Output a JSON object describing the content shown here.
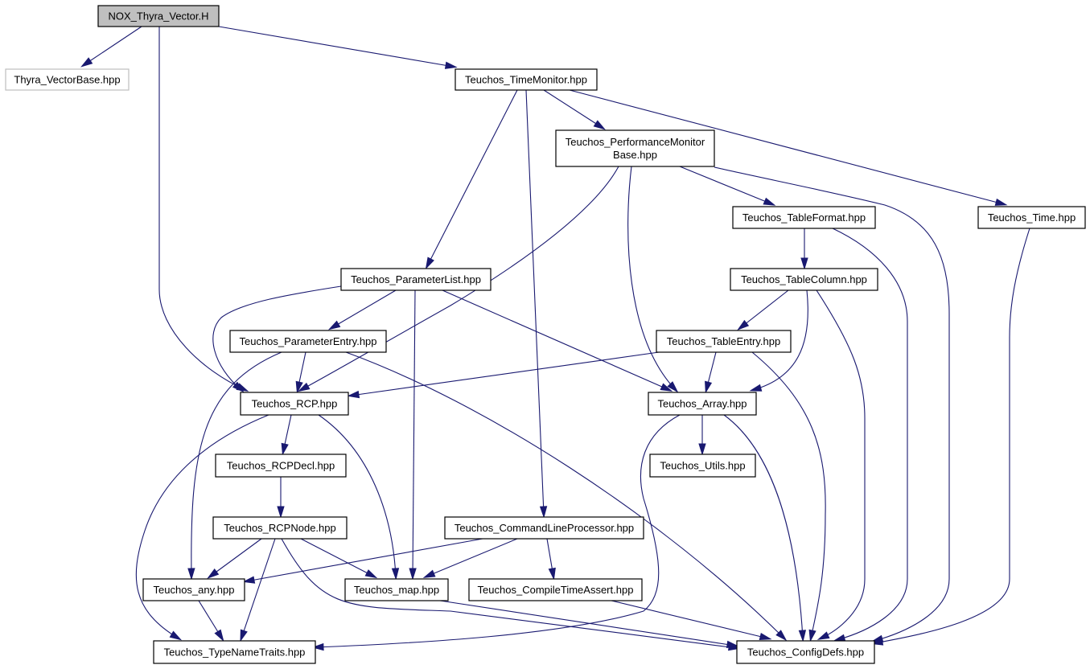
{
  "graph": {
    "nodes": [
      {
        "id": "nox_thyra_vector",
        "label": "NOX_Thyra_Vector.H",
        "style": "root"
      },
      {
        "id": "thyra_vectorbase",
        "label": "Thyra_VectorBase.hpp",
        "style": "external"
      },
      {
        "id": "teuchos_timemonitor",
        "label": "Teuchos_TimeMonitor.hpp"
      },
      {
        "id": "teuchos_performancemonitorbase",
        "label": "Teuchos_PerformanceMonitor\nBase.hpp"
      },
      {
        "id": "teuchos_tableformat",
        "label": "Teuchos_TableFormat.hpp"
      },
      {
        "id": "teuchos_time",
        "label": "Teuchos_Time.hpp"
      },
      {
        "id": "teuchos_parameterlist",
        "label": "Teuchos_ParameterList.hpp"
      },
      {
        "id": "teuchos_tablecolumn",
        "label": "Teuchos_TableColumn.hpp"
      },
      {
        "id": "teuchos_parameterentry",
        "label": "Teuchos_ParameterEntry.hpp"
      },
      {
        "id": "teuchos_tableentry",
        "label": "Teuchos_TableEntry.hpp"
      },
      {
        "id": "teuchos_rcp",
        "label": "Teuchos_RCP.hpp"
      },
      {
        "id": "teuchos_array",
        "label": "Teuchos_Array.hpp"
      },
      {
        "id": "teuchos_rcpdecl",
        "label": "Teuchos_RCPDecl.hpp"
      },
      {
        "id": "teuchos_utils",
        "label": "Teuchos_Utils.hpp"
      },
      {
        "id": "teuchos_rcpnode",
        "label": "Teuchos_RCPNode.hpp"
      },
      {
        "id": "teuchos_commandlineprocessor",
        "label": "Teuchos_CommandLineProcessor.hpp"
      },
      {
        "id": "teuchos_any",
        "label": "Teuchos_any.hpp"
      },
      {
        "id": "teuchos_map",
        "label": "Teuchos_map.hpp"
      },
      {
        "id": "teuchos_compiletimeassert",
        "label": "Teuchos_CompileTimeAssert.hpp"
      },
      {
        "id": "teuchos_typenametraits",
        "label": "Teuchos_TypeNameTraits.hpp"
      },
      {
        "id": "teuchos_configdefs",
        "label": "Teuchos_ConfigDefs.hpp"
      }
    ],
    "edges": [
      {
        "from": "nox_thyra_vector",
        "to": "thyra_vectorbase"
      },
      {
        "from": "nox_thyra_vector",
        "to": "teuchos_rcp"
      },
      {
        "from": "nox_thyra_vector",
        "to": "teuchos_timemonitor"
      },
      {
        "from": "teuchos_timemonitor",
        "to": "teuchos_parameterlist"
      },
      {
        "from": "teuchos_timemonitor",
        "to": "teuchos_commandlineprocessor"
      },
      {
        "from": "teuchos_timemonitor",
        "to": "teuchos_performancemonitorbase"
      },
      {
        "from": "teuchos_timemonitor",
        "to": "teuchos_time"
      },
      {
        "from": "teuchos_performancemonitorbase",
        "to": "teuchos_rcp"
      },
      {
        "from": "teuchos_performancemonitorbase",
        "to": "teuchos_array"
      },
      {
        "from": "teuchos_performancemonitorbase",
        "to": "teuchos_tableformat"
      },
      {
        "from": "teuchos_performancemonitorbase",
        "to": "teuchos_configdefs"
      },
      {
        "from": "teuchos_tableformat",
        "to": "teuchos_tablecolumn"
      },
      {
        "from": "teuchos_tableformat",
        "to": "teuchos_configdefs"
      },
      {
        "from": "teuchos_time",
        "to": "teuchos_configdefs"
      },
      {
        "from": "teuchos_parameterlist",
        "to": "teuchos_rcp"
      },
      {
        "from": "teuchos_parameterlist",
        "to": "teuchos_parameterentry"
      },
      {
        "from": "teuchos_parameterlist",
        "to": "teuchos_map"
      },
      {
        "from": "teuchos_parameterlist",
        "to": "teuchos_array"
      },
      {
        "from": "teuchos_tablecolumn",
        "to": "teuchos_tableentry"
      },
      {
        "from": "teuchos_tablecolumn",
        "to": "teuchos_array"
      },
      {
        "from": "teuchos_tablecolumn",
        "to": "teuchos_configdefs"
      },
      {
        "from": "teuchos_parameterentry",
        "to": "teuchos_rcp"
      },
      {
        "from": "teuchos_parameterentry",
        "to": "teuchos_any"
      },
      {
        "from": "teuchos_parameterentry",
        "to": "teuchos_configdefs"
      },
      {
        "from": "teuchos_tableentry",
        "to": "teuchos_rcp"
      },
      {
        "from": "teuchos_tableentry",
        "to": "teuchos_array"
      },
      {
        "from": "teuchos_tableentry",
        "to": "teuchos_configdefs"
      },
      {
        "from": "teuchos_rcp",
        "to": "teuchos_rcpdecl"
      },
      {
        "from": "teuchos_rcp",
        "to": "teuchos_map"
      },
      {
        "from": "teuchos_rcp",
        "to": "teuchos_typenametraits"
      },
      {
        "from": "teuchos_array",
        "to": "teuchos_utils"
      },
      {
        "from": "teuchos_array",
        "to": "teuchos_typenametraits"
      },
      {
        "from": "teuchos_array",
        "to": "teuchos_configdefs"
      },
      {
        "from": "teuchos_rcpdecl",
        "to": "teuchos_rcpnode"
      },
      {
        "from": "teuchos_rcpnode",
        "to": "teuchos_any"
      },
      {
        "from": "teuchos_rcpnode",
        "to": "teuchos_map"
      },
      {
        "from": "teuchos_rcpnode",
        "to": "teuchos_typenametraits"
      },
      {
        "from": "teuchos_rcpnode",
        "to": "teuchos_configdefs"
      },
      {
        "from": "teuchos_commandlineprocessor",
        "to": "teuchos_any"
      },
      {
        "from": "teuchos_commandlineprocessor",
        "to": "teuchos_map"
      },
      {
        "from": "teuchos_commandlineprocessor",
        "to": "teuchos_compiletimeassert"
      },
      {
        "from": "teuchos_any",
        "to": "teuchos_typenametraits"
      },
      {
        "from": "teuchos_map",
        "to": "teuchos_configdefs"
      },
      {
        "from": "teuchos_compiletimeassert",
        "to": "teuchos_configdefs"
      }
    ]
  }
}
